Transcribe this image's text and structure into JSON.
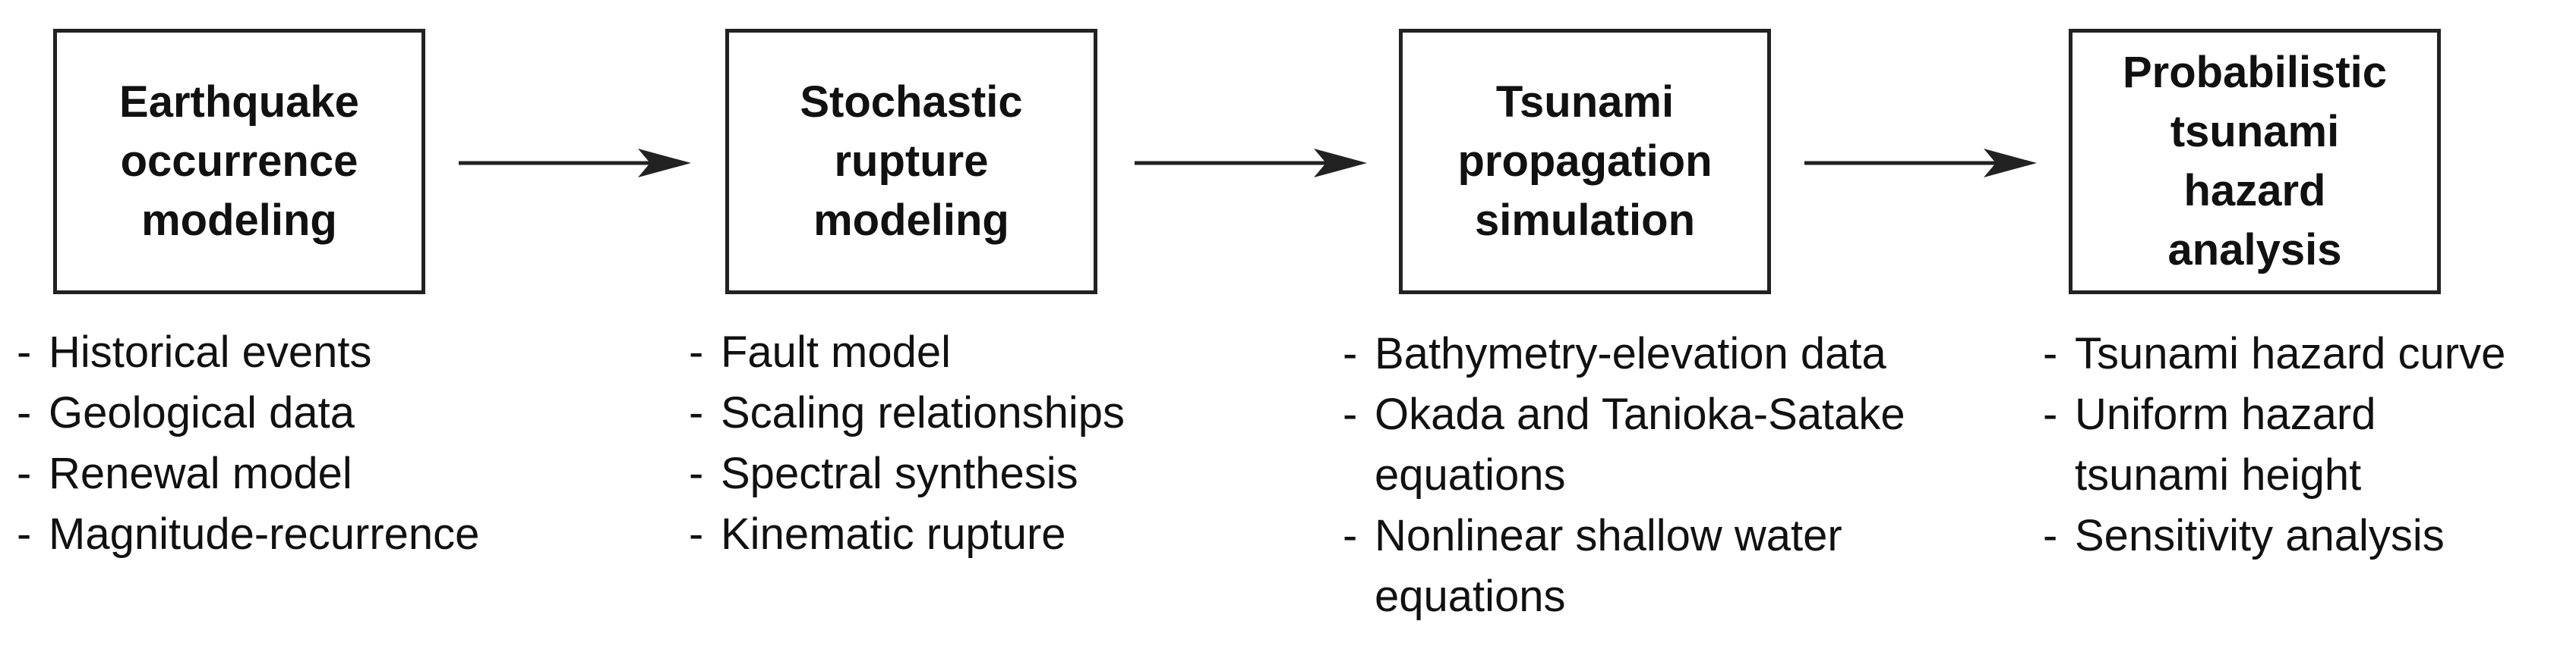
{
  "diagram": {
    "stages": [
      {
        "title": "Earthquake\noccurrence\nmodeling",
        "bullets": [
          [
            "Historical events"
          ],
          [
            "Geological data"
          ],
          [
            "Renewal model"
          ],
          [
            "Magnitude-recurrence"
          ]
        ]
      },
      {
        "title": "Stochastic\nrupture\nmodeling",
        "bullets": [
          [
            "Fault model"
          ],
          [
            "Scaling relationships"
          ],
          [
            "Spectral synthesis"
          ],
          [
            "Kinematic rupture"
          ]
        ]
      },
      {
        "title": "Tsunami\npropagation\nsimulation",
        "bullets": [
          [
            "Bathymetry-elevation data"
          ],
          [
            "Okada and Tanioka-Satake",
            "equations"
          ],
          [
            "Nonlinear shallow water",
            "equations"
          ]
        ]
      },
      {
        "title": "Probabilistic\ntsunami\nhazard\nanalysis",
        "bullets": [
          [
            "Tsunami hazard curve"
          ],
          [
            "Uniform hazard",
            "tsunami height"
          ],
          [
            "Sensitivity analysis"
          ]
        ]
      }
    ],
    "bullet_marker": "-",
    "colors": {
      "stroke": "#222222",
      "text": "#111111",
      "background": "#ffffff"
    }
  }
}
